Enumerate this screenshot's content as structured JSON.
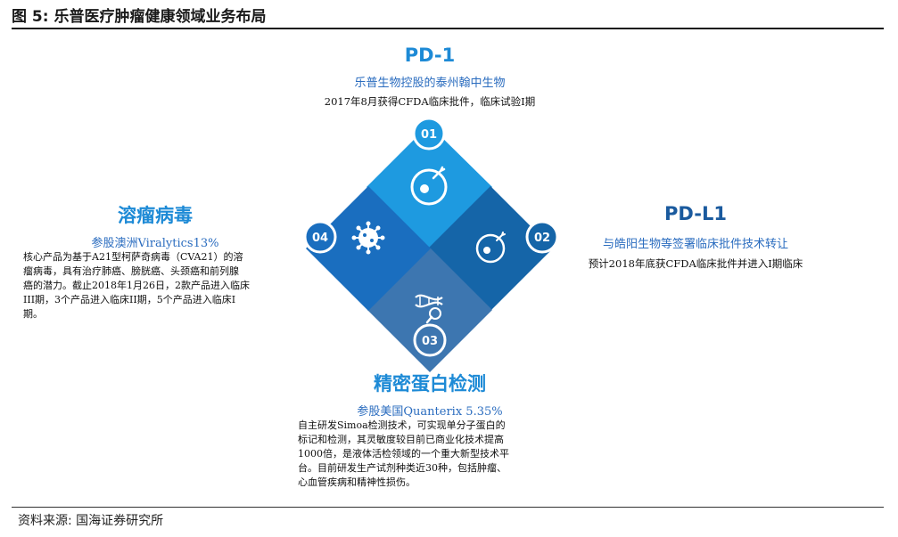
{
  "figure": {
    "title": "图 5:  乐普医疗肿瘤健康领域业务布局",
    "source": "资料来源:  国海证券研究所"
  },
  "top": {
    "heading": "PD-1",
    "subtitle": "乐普生物控股的泰州翰中生物",
    "detail": "2017年8月获得CFDA临床批件，临床试验I期",
    "badge": "01",
    "color": "#1e9ae0"
  },
  "right": {
    "heading": "PD-L1",
    "subtitle": "与皓阳生物等签署临床批件技术转让",
    "detail": "预计2018年底获CFDA临床批件并进入I期临床",
    "badge": "02",
    "color": "#1565a8"
  },
  "bottom": {
    "heading": "精密蛋白检测",
    "subtitle": "参股美国Quanterix 5.35%",
    "paragraph_lines": [
      "自主研发Simoa检测技术，可实现单分子蛋白的",
      "标记和检测，其灵敏度较目前已商业化技术提高",
      "1000倍，是液体活检领域的一个重大新型技术平",
      "台。目前研发生产试剂种类近30种，包括肿瘤、",
      "心血管疾病和精神性损伤。"
    ],
    "badge": "03",
    "color": "#3d76b0"
  },
  "left": {
    "heading": "溶瘤病毒",
    "subtitle": "参股澳洲Viralytics13%",
    "paragraph_lines": [
      "核心产品为基于A21型柯萨奇病毒（CVA21）的溶",
      "瘤病毒，具有治疗肺癌、膀胱癌、头颈癌和前列腺",
      "癌的潜力。截止2018年1月26日，2款产品进入临床",
      "III期，3个产品进入临床II期，5个产品进入临床I",
      "期。"
    ],
    "badge": "04",
    "color": "#1a6ebf"
  },
  "icons": {
    "top": "antibody-cell-icon",
    "right": "antibody-cell-icon",
    "bottom": "dna-magnifier-icon",
    "left": "virus-icon"
  }
}
